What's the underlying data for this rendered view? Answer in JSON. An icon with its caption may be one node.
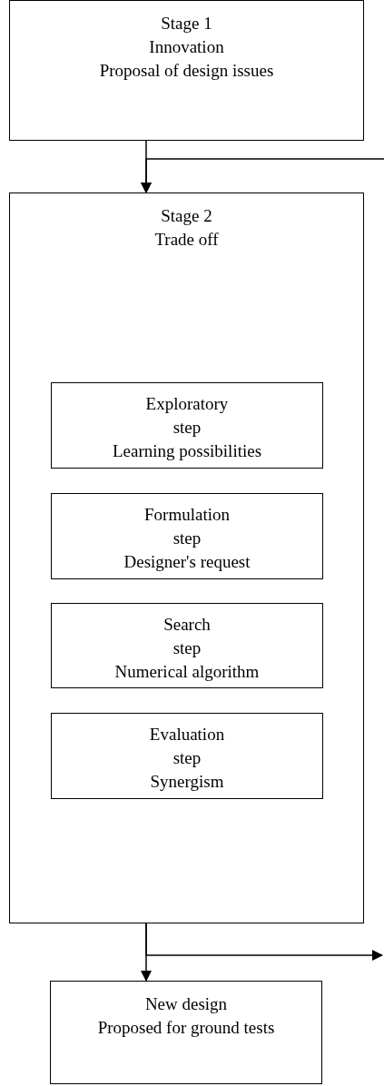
{
  "diagram": {
    "nodes": [
      {
        "text": [
          "Stage 1",
          "Innovation",
          "Proposal of design issues"
        ]
      },
      {
        "text": [
          "Stage 2",
          "Trade off"
        ]
      },
      {
        "text": [
          "Exploratory",
          "step",
          "Learning possibilities"
        ],
        "in": 1
      },
      {
        "text": [
          "Formulation",
          "step",
          "Designer's request"
        ],
        "in": 1
      },
      {
        "text": [
          "Search",
          "step",
          "Numerical algorithm"
        ],
        "in": 1
      },
      {
        "text": [
          "Evaluation",
          "step",
          "Synergism"
        ],
        "in": 1
      },
      {
        "text": [
          "New design",
          "Proposed for ground tests"
        ]
      }
    ],
    "edges": [
      {
        "from": 0,
        "to": 1,
        "arrow": "to"
      },
      {
        "from": null,
        "to": 1,
        "arrow": "to"
      },
      {
        "from": 1,
        "to": 6,
        "arrow": "to"
      },
      {
        "from": 1,
        "to": null,
        "arrow": "to"
      }
    ]
  }
}
